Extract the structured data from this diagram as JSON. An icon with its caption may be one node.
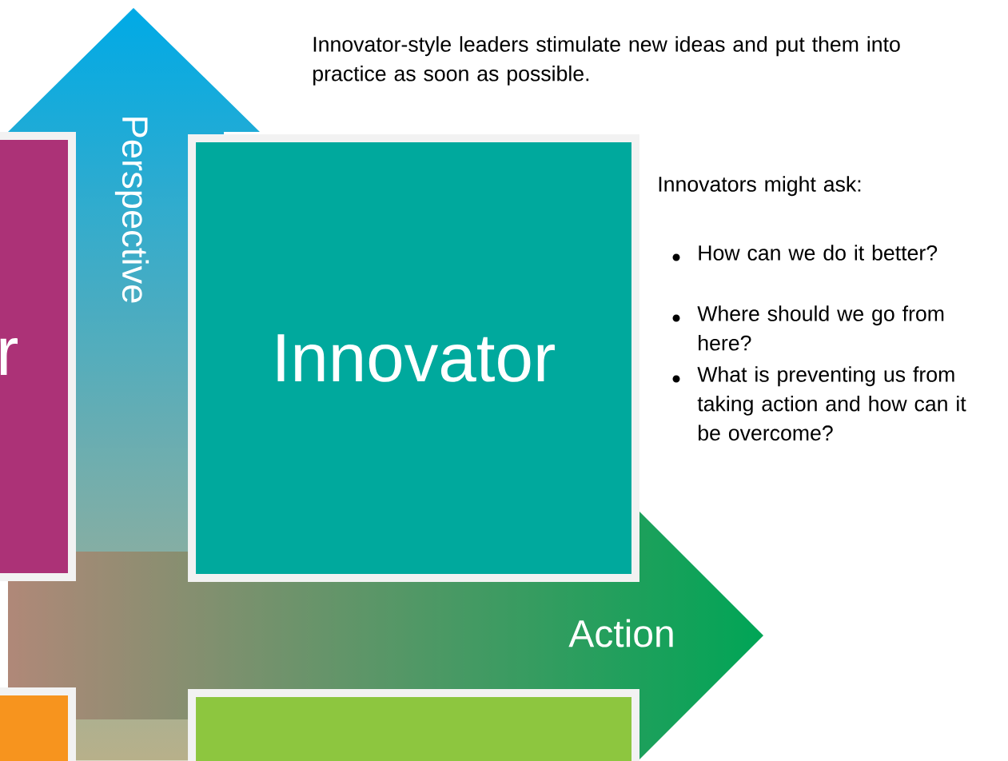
{
  "diagram": {
    "nodes": [
      {
        "text": [
          "Perspective"
        ]
      },
      {
        "text": [
          "r"
        ]
      },
      {
        "text": [
          "Innovator"
        ]
      },
      {
        "text": [],
        "shape": "box"
      },
      {
        "text": [],
        "shape": "box"
      },
      {
        "text": [
          "Action"
        ]
      }
    ],
    "labels": [
      "Innovator-style leaders stimulate new ideas and put them into practice as soon as possible.",
      "Innovators might ask:",
      "How can we do it better?",
      "Where should we go from here?",
      "What is preventing us from taking action and how can it be overcome?"
    ]
  }
}
